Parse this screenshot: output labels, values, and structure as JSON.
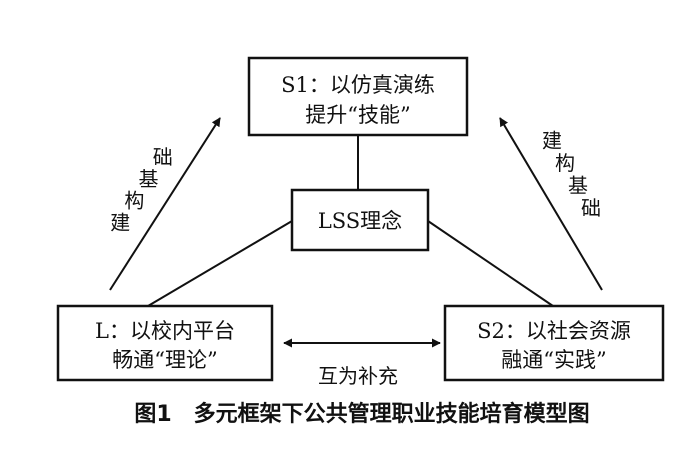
{
  "boxes": {
    "top": {
      "line1": "S1：以仿真演练",
      "line2": "提升“技能”"
    },
    "center": {
      "label": "LSS理念"
    },
    "left": {
      "line1": "L：以校内平台",
      "line2": "畅通“理论”"
    },
    "right": {
      "line1": "S2：以社会资源",
      "line2": "融通“实践”"
    }
  },
  "labels": {
    "left_arrow": [
      "建",
      "构",
      "基",
      "础"
    ],
    "right_arrow": [
      "建",
      "构",
      "基",
      "础"
    ],
    "bottom_arrow": "互为补充"
  },
  "caption": "图1　多元框架下公共管理职业技能培育模型图"
}
